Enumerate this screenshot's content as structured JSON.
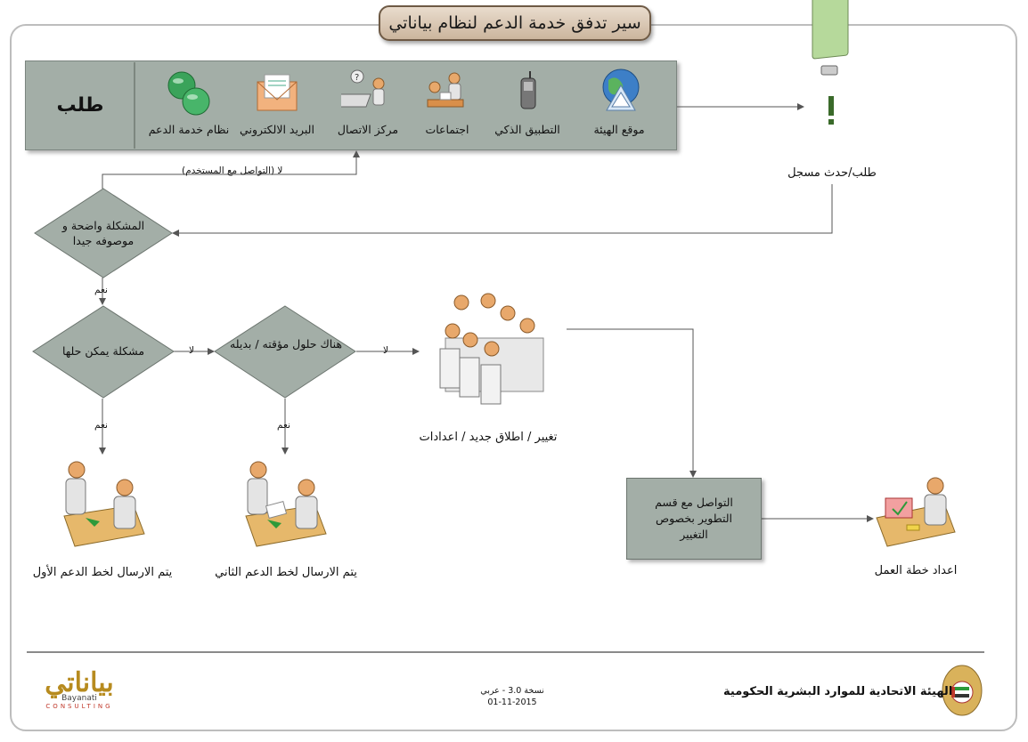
{
  "title": "سير تدفق خدمة الدعم لنظام بياناتي",
  "request_label": "طلب",
  "channels": [
    {
      "label": "نظام خدمة الدعم",
      "icon": "globes-icon"
    },
    {
      "label": "البريد الالكتروني",
      "icon": "envelope-icon"
    },
    {
      "label": "مركز الاتصال",
      "icon": "call-center-icon"
    },
    {
      "label": "اجتماعات",
      "icon": "meeting-icon"
    },
    {
      "label": "التطبيق الذكي",
      "icon": "phone-icon"
    },
    {
      "label": "موقع الهيئة",
      "icon": "globe-icon"
    }
  ],
  "registered_request": "طلب/حدث مسجل",
  "decisions": {
    "clear": "المشكلة واضحة و موصوفه جيدا",
    "solvable": "مشكلة يمكن حلها",
    "workaround": "هناك حلول مؤقته / بديله"
  },
  "edge_labels": {
    "no_contact_user": "لا (التواصل مع المستخدم)",
    "yes1": "نعم",
    "no1": "لا",
    "no2": "لا",
    "yes2": "نعم",
    "yes3": "نعم"
  },
  "change_meeting": "تغيير / اطلاق جديد / اعدادات",
  "first_line": "يتم الارسال لخط الدعم الأول",
  "second_line": "يتم الارسال لخط الدعم الثاني",
  "dev_box": "التواصل مع قسم التطوير بخصوص التغيير",
  "action_plan": "اعداد خطة العمل",
  "footer": {
    "org": "الهيئة الاتحادية للموارد البشرية الحكومية",
    "version": "نسخة 3.0 - عربي",
    "date": "01-11-2015",
    "logo_ar": "بياناتي",
    "logo_en1": "Bayanati",
    "logo_en2": "CONSULTING"
  },
  "colors": {
    "band": "#a3aea7",
    "diamond": "#a3aea7",
    "title_bg": "#d9c7b3"
  }
}
